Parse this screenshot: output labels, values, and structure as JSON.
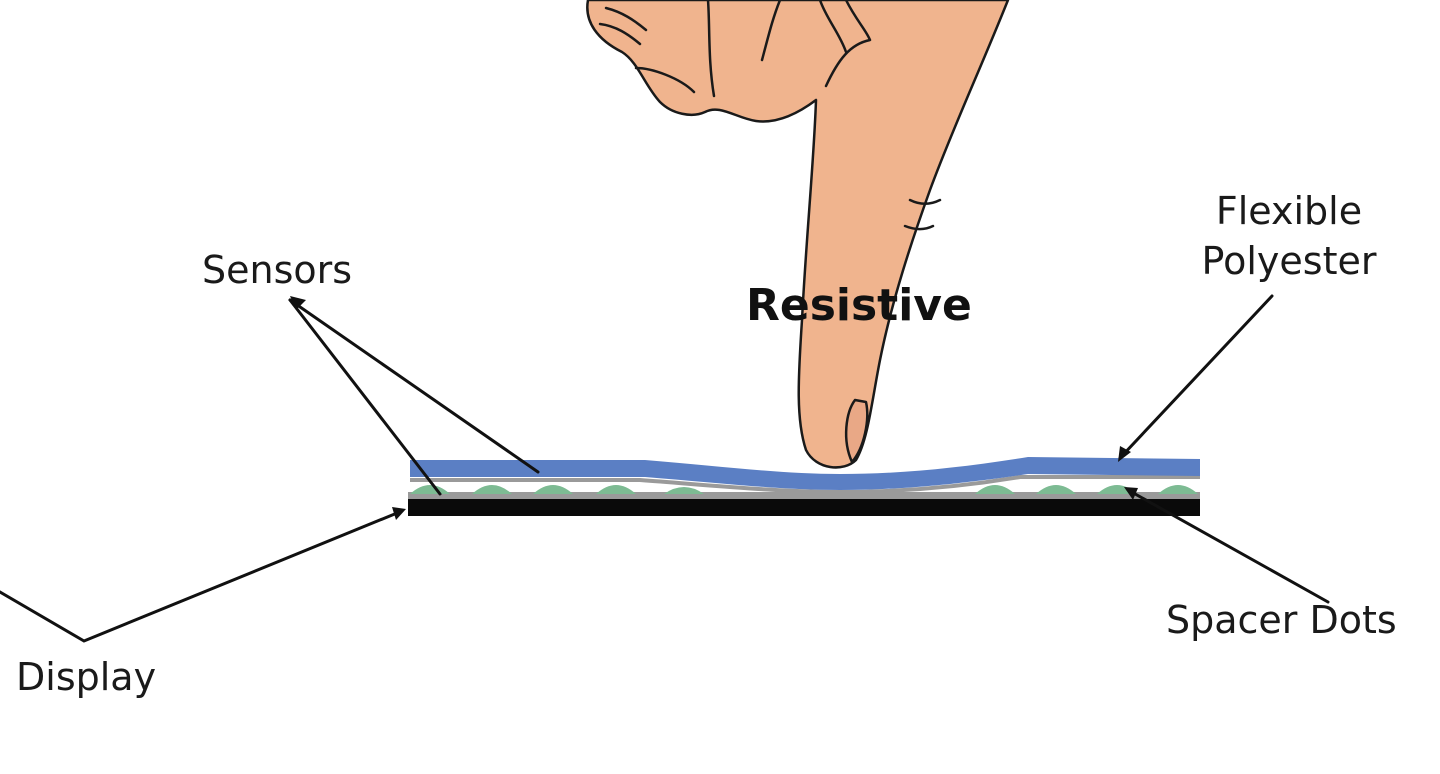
{
  "title": "Resistive",
  "labels": {
    "sensors": "Sensors",
    "flexible_polyester_line1": "Flexible",
    "flexible_polyester_line2": "Polyester",
    "spacer_dots": "Spacer Dots",
    "display": "Display"
  },
  "colors": {
    "polyester_layer": "#5b7fc4",
    "spacer_dot": "#7dbb93",
    "sensor_layer": "#9a9a9a",
    "display_layer": "#0a0a0a",
    "skin": "#f0b48e",
    "outline": "#1a1a1a"
  },
  "icons": {
    "finger": "pointing-finger-icon"
  }
}
